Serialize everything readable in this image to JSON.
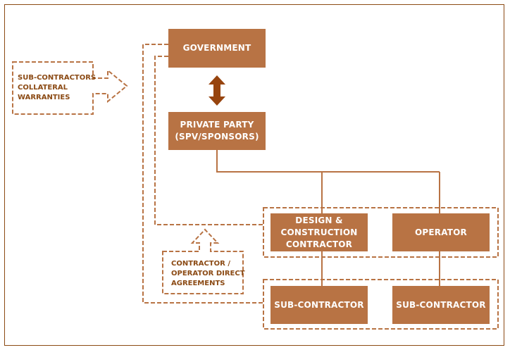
{
  "colors": {
    "box_fill": "#b87344",
    "box_text": "#ffffff",
    "dashed_stroke": "#b87344",
    "label_text": "#8b4a14",
    "arrow_fill": "#97440e",
    "frame_stroke": "#8b4a14"
  },
  "nodes": {
    "government": "GOVERNMENT",
    "private_party": [
      "PRIVATE PARTY",
      "(SPV/SPONSORS)"
    ],
    "design_construction": [
      "DESIGN &",
      "CONSTRUCTION",
      "CONTRACTOR"
    ],
    "operator": "OPERATOR",
    "subcontractor_left": "SUB-CONTRACTOR",
    "subcontractor_right": "SUB-CONTRACTOR"
  },
  "callouts": {
    "collateral_warranties": [
      "SUB-CONTRACTORS",
      "COLLATERAL",
      "WARRANTIES"
    ],
    "direct_agreements": [
      "CONTRACTOR /",
      "OPERATOR DIRECT",
      "AGREEMENTS"
    ]
  },
  "connectors": {
    "government_private_party": "bidirectional-arrow"
  }
}
